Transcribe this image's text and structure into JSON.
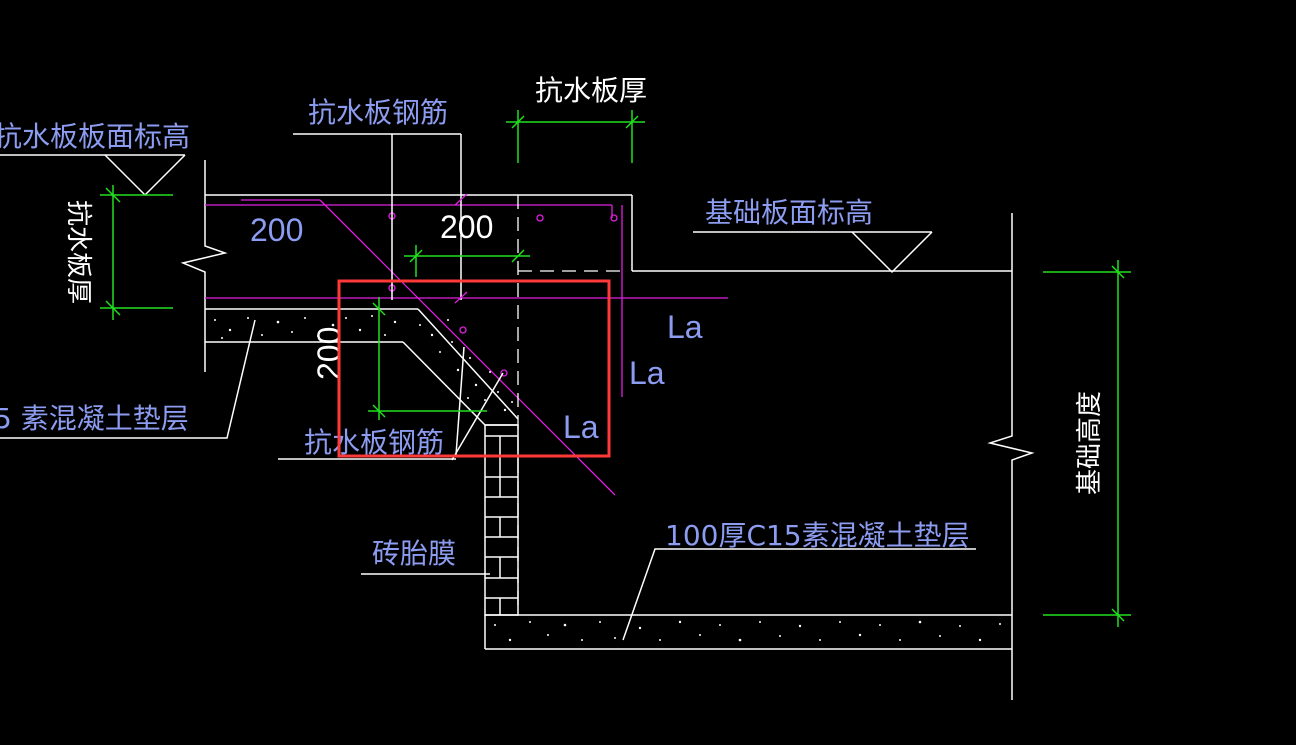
{
  "drawing": {
    "background": "#000000",
    "colors": {
      "outline": "#ffffff",
      "rebar": "#e020e0",
      "dimension": "#20e020",
      "label": "#8c9cf0",
      "highlight": "#ff3838"
    },
    "labels": {
      "raft_top_elev": "抗水板板面标高",
      "raft_rebar_top": "抗水板钢筋",
      "raft_thickness_top": "抗水板厚",
      "foundation_top_elev": "基础板面标高",
      "raft_thickness_vertical": "抗水板厚",
      "cushion_left": "5 素混凝土垫层",
      "raft_rebar_bottom": "抗水板钢筋",
      "brick_membrane": "砖胎膜",
      "cushion_right": "100厚C15素混凝土垫层",
      "foundation_height": "基础高度"
    },
    "dimensions": {
      "left_200": "200",
      "top_200": "200",
      "slope_200": "200",
      "la_1": "La",
      "la_2": "La",
      "la_3": "La"
    }
  }
}
